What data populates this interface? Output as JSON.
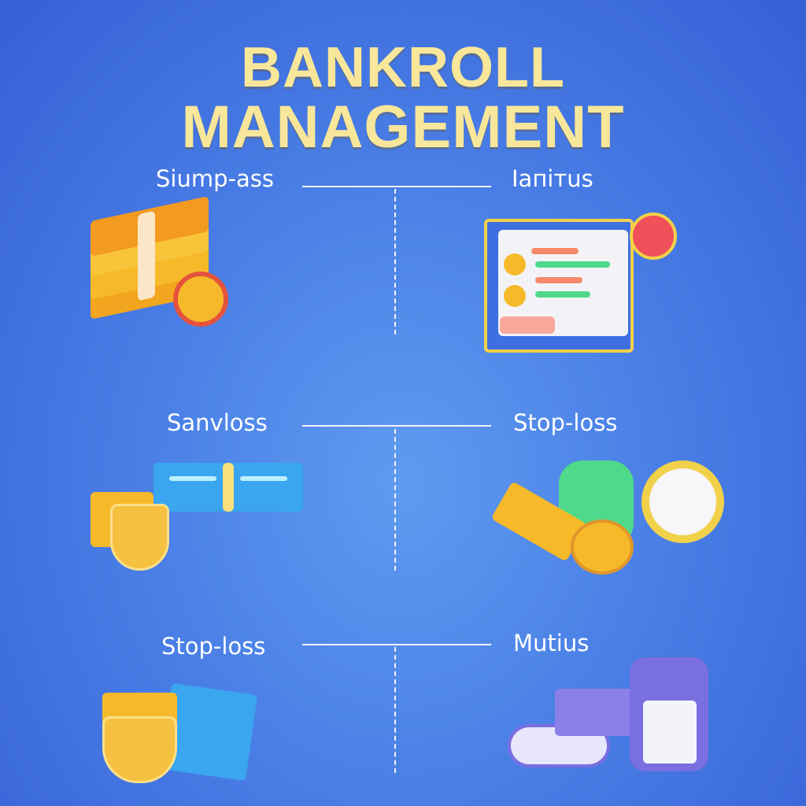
{
  "title": {
    "line1": "BANKROLL",
    "line2": "MANAGEMENT"
  },
  "rows": [
    {
      "left": "Siump-ass",
      "right": "Iaпiтus",
      "left_icon": "money-stack-coin-icon",
      "right_icon": "dashboard-checklist-icon"
    },
    {
      "left": "Sanvloss",
      "right": "Stop-loss",
      "left_icon": "shield-coins-card-icon",
      "right_icon": "coins-clock-icon"
    },
    {
      "left": "Stop-loss",
      "right": "Mutius",
      "left_icon": "shield-coins-cash-icon",
      "right_icon": "wallet-profile-icon"
    }
  ],
  "colors": {
    "title": "#f8e79a",
    "background": "#4a7fe6",
    "gold": "#f6b92a",
    "green": "#4fd98a"
  }
}
